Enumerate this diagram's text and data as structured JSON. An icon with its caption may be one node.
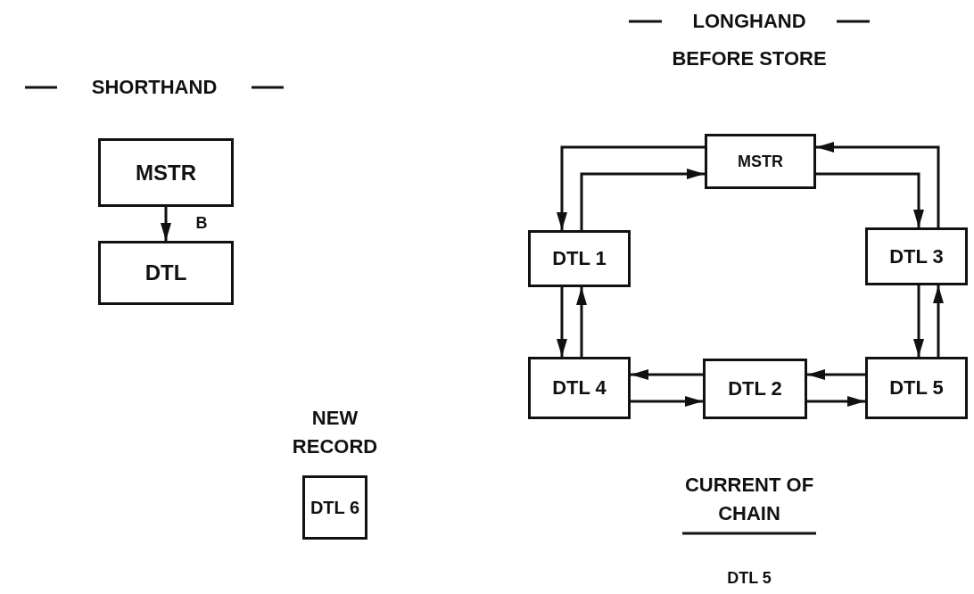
{
  "diagram": {
    "nodes": [
      {
        "text": [
          "MSTR"
        ]
      },
      {
        "text": [
          "DTL"
        ]
      },
      {
        "text": [
          "DTL 6"
        ],
        "beside": [
          "NEW RECORD"
        ]
      },
      {
        "text": [
          "MSTR"
        ]
      },
      {
        "text": [
          "DTL 1"
        ]
      },
      {
        "text": [
          "DTL 3"
        ]
      },
      {
        "text": [
          "DTL 4"
        ]
      },
      {
        "text": [
          "DTL 2"
        ]
      },
      {
        "text": [
          "DTL 5"
        ]
      }
    ],
    "edges": [
      {
        "from": 0,
        "to": 1,
        "arrow": "to",
        "label": "B"
      },
      {
        "from": 3,
        "to": 4,
        "arrow": "to"
      },
      {
        "from": 4,
        "to": 3,
        "arrow": "to"
      },
      {
        "from": 3,
        "to": 5,
        "arrow": "to"
      },
      {
        "from": 5,
        "to": 3,
        "arrow": "to"
      },
      {
        "from": 4,
        "to": 6,
        "arrow": "to"
      },
      {
        "from": 6,
        "to": 4,
        "arrow": "to"
      },
      {
        "from": 5,
        "to": 8,
        "arrow": "to"
      },
      {
        "from": 8,
        "to": 5,
        "arrow": "to"
      },
      {
        "from": 7,
        "to": 6,
        "arrow": "to"
      },
      {
        "from": 6,
        "to": 7,
        "arrow": "to"
      },
      {
        "from": 8,
        "to": 7,
        "arrow": "to"
      },
      {
        "from": 7,
        "to": 8,
        "arrow": "to"
      }
    ],
    "labels": [
      "LONGHAND",
      "SHORTHAND",
      "BEFORE STORE",
      "CURRENT OF CHAIN",
      "DTL 5"
    ]
  }
}
